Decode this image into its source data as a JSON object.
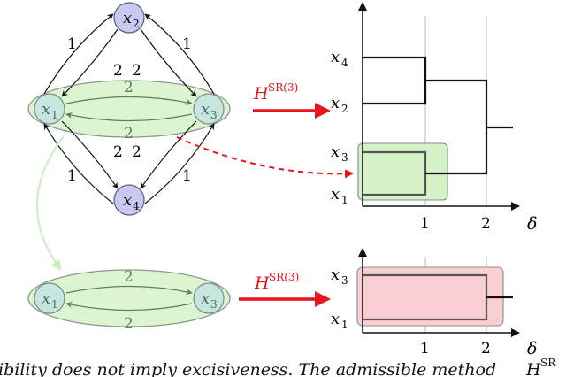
{
  "graph_top": {
    "nodes": [
      {
        "id": "x2",
        "label": "x",
        "sub": "2"
      },
      {
        "id": "x1",
        "label": "x",
        "sub": "1"
      },
      {
        "id": "x3",
        "label": "x",
        "sub": "3"
      },
      {
        "id": "x4",
        "label": "x",
        "sub": "4"
      }
    ],
    "edge_labels": {
      "x1_to_x2": "1",
      "x2_to_x1": "2",
      "x3_to_x2": "1",
      "x2_to_x3": "2",
      "x1_to_x4": "2",
      "x4_to_x1": "1",
      "x3_to_x4": "2",
      "x4_to_x3": "1",
      "x1_x3_top": "2",
      "x1_x3_bottom": "2"
    }
  },
  "graph_bottom": {
    "nodes": [
      {
        "id": "x1",
        "label": "x",
        "sub": "1"
      },
      {
        "id": "x3",
        "label": "x",
        "sub": "3"
      }
    ],
    "edge_labels": {
      "top": "2",
      "bottom": "2"
    }
  },
  "method": {
    "symbol": "H",
    "superscript": "SR(3)"
  },
  "dendrogram_top": {
    "leaves": [
      {
        "label": "x",
        "sub": "4"
      },
      {
        "label": "x",
        "sub": "2"
      },
      {
        "label": "x",
        "sub": "3"
      },
      {
        "label": "x",
        "sub": "1"
      }
    ],
    "ticks": [
      "1",
      "2"
    ],
    "axis_label": "δ"
  },
  "dendrogram_bottom": {
    "leaves": [
      {
        "label": "x",
        "sub": "3"
      },
      {
        "label": "x",
        "sub": "1"
      }
    ],
    "ticks": [
      "1",
      "2"
    ],
    "axis_label": "δ"
  },
  "caption": "ibility does not imply excisiveness. The admissible method ",
  "caption_symbol": "H",
  "caption_sup": "SR",
  "colors": {
    "node_fill": "#c8c8f0",
    "node_stroke": "#5a5a8c",
    "cluster_fill": "#dcf5d0",
    "cluster_stroke": "#8a9a88",
    "inner_node_fill": "#c6e6e0",
    "arrow_red": "#e8141e",
    "highlight_green": "#d6f3c8",
    "highlight_pink": "#f9cfd3",
    "light_green_arrow": "#c7efc0"
  }
}
